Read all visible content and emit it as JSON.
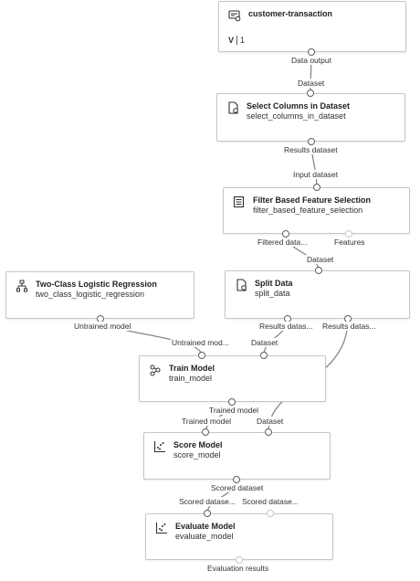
{
  "nodes": {
    "customer_transaction": {
      "title": "customer-transaction",
      "version_label": "V",
      "version_number": "1",
      "output_label": "Data output"
    },
    "select_columns": {
      "title": "Select Columns in Dataset",
      "subtitle": "select_columns_in_dataset",
      "input_label": "Dataset",
      "output_label": "Results dataset"
    },
    "filter_based": {
      "title": "Filter Based Feature Selection",
      "subtitle": "filter_based_feature_selection",
      "input_label": "Input dataset",
      "output_filtered_label": "Filtered data...",
      "output_features_label": "Features"
    },
    "two_class_lr": {
      "title": "Two-Class Logistic Regression",
      "subtitle": "two_class_logistic_regression",
      "output_label": "Untrained model"
    },
    "split_data": {
      "title": "Split Data",
      "subtitle": "split_data",
      "input_label": "Dataset",
      "output1_label": "Results datas...",
      "output2_label": "Results datas..."
    },
    "train_model": {
      "title": "Train Model",
      "subtitle": "train_model",
      "input_model_label": "Untrained mod...",
      "input_dataset_label": "Dataset",
      "output_label": "Trained model"
    },
    "score_model": {
      "title": "Score Model",
      "subtitle": "score_model",
      "input_model_label": "Trained model",
      "input_dataset_label": "Dataset",
      "output_label": "Scored dataset"
    },
    "evaluate_model": {
      "title": "Evaluate Model",
      "subtitle": "evaluate_model",
      "input1_label": "Scored datase...",
      "input2_label": "Scored datase...",
      "output_label": "Evaluation results"
    }
  },
  "icons": {
    "dataset": "dataset-icon",
    "module": "module-icon",
    "filter": "filter-icon",
    "hierarchy": "hierarchy-icon",
    "train": "train-icon",
    "scatter": "scatter-icon"
  },
  "colors": {
    "edge": "#8a8886",
    "port_border": "#605e5c",
    "node_border": "#c8c6c4"
  }
}
